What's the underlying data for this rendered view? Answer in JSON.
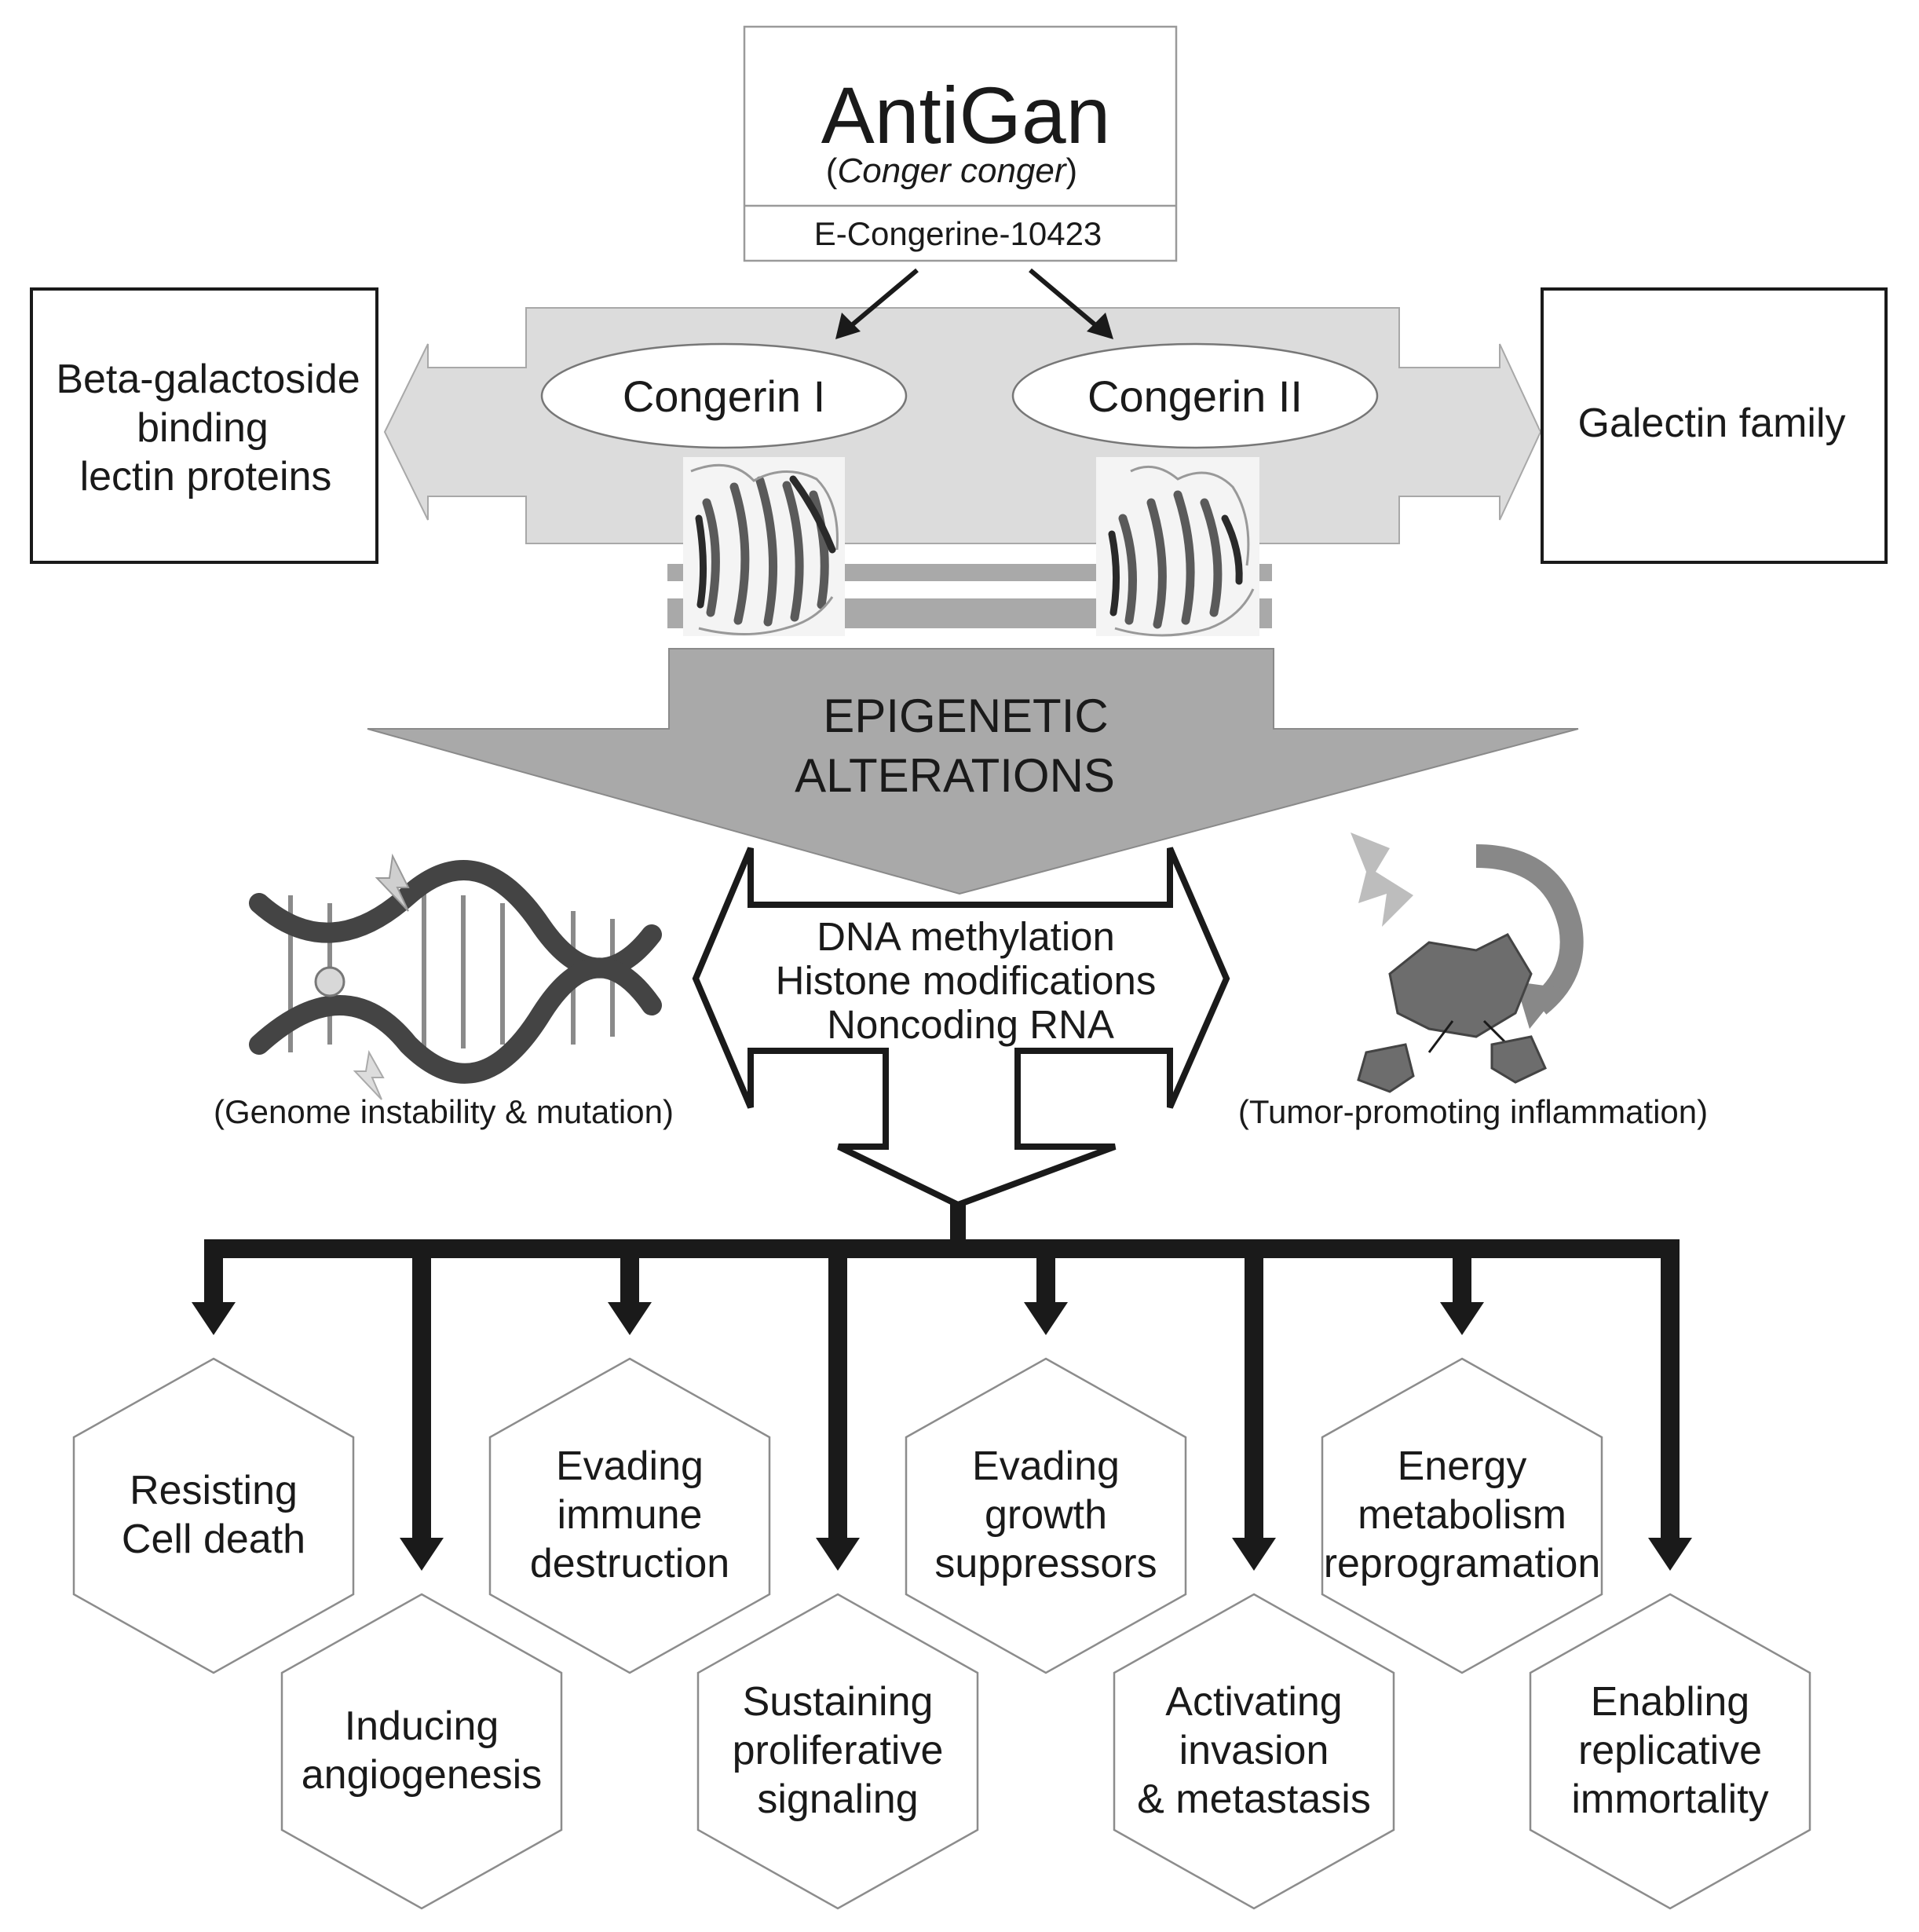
{
  "header": {
    "title": "AntiGan",
    "subtitle_open": "(",
    "subtitle_species": "Conger conger",
    "subtitle_close": ")",
    "code": "E-Congerine-10423"
  },
  "left_box": {
    "lines": [
      "Beta-galactoside",
      "binding",
      "lectin proteins"
    ]
  },
  "right_box": {
    "label": "Galectin family"
  },
  "proteins": [
    {
      "label": "Congerin I"
    },
    {
      "label": "Congerin II"
    }
  ],
  "epigenetic": {
    "lines": [
      "EPIGENETIC",
      "ALTERATIONS"
    ]
  },
  "mechanisms": {
    "lines": [
      "DNA methylation",
      "Histone modifications",
      "Noncoding RNA"
    ]
  },
  "captions": {
    "left": "(Genome instability & mutation)",
    "right": "(Tumor-promoting inflammation)"
  },
  "hallmarks": [
    {
      "row": "top",
      "lines": [
        "Resisting",
        "Cell death"
      ]
    },
    {
      "row": "bottom",
      "lines": [
        "Inducing",
        "angiogenesis"
      ]
    },
    {
      "row": "top",
      "lines": [
        "Evading",
        "immune",
        "destruction"
      ]
    },
    {
      "row": "bottom",
      "lines": [
        "Sustaining",
        "proliferative",
        "signaling"
      ]
    },
    {
      "row": "top",
      "lines": [
        "Evading",
        "growth",
        "suppressors"
      ]
    },
    {
      "row": "bottom",
      "lines": [
        "Activating",
        "invasion",
        "& metastasis"
      ]
    },
    {
      "row": "top",
      "lines": [
        "Energy",
        "metabolism",
        "reprogramation"
      ]
    },
    {
      "row": "bottom",
      "lines": [
        "Enabling",
        "replicative",
        "immortality"
      ]
    }
  ]
}
